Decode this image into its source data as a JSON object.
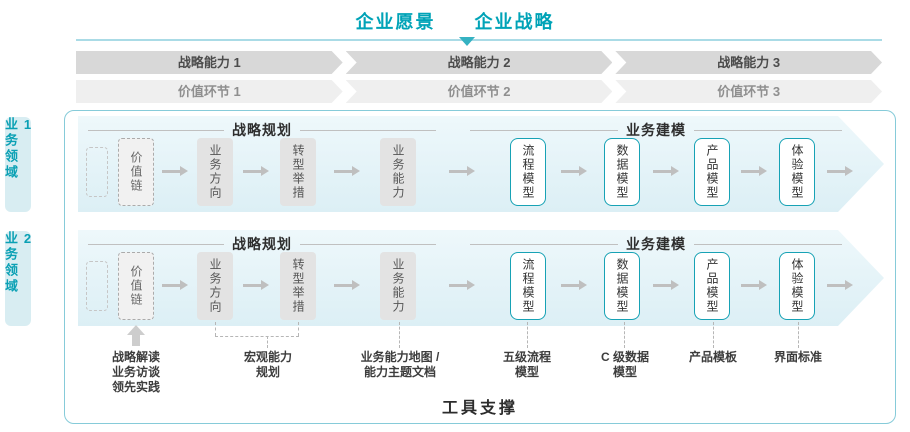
{
  "title": {
    "vision": "企业愿景",
    "strategy": "企业战略"
  },
  "capability_bar": {
    "items": [
      "战略能力 1",
      "战略能力 2",
      "战略能力 3"
    ]
  },
  "value_bar": {
    "items": [
      "价值环节 1",
      "价值环节 2",
      "价值环节 3"
    ]
  },
  "domain_labels": [
    "业务领域 1",
    "业务领域 2"
  ],
  "section_headers": {
    "planning": "战略规划",
    "modeling": "业务建模"
  },
  "boxes": [
    {
      "id": "value-chain",
      "label": "价值链"
    },
    {
      "id": "business-direction",
      "label": "业务方向"
    },
    {
      "id": "transformation-initiatives",
      "label": "转型举措"
    },
    {
      "id": "business-capability",
      "label": "业务能力"
    },
    {
      "id": "process-model",
      "label": "流程模型"
    },
    {
      "id": "data-model",
      "label": "数据模型"
    },
    {
      "id": "product-model",
      "label": "产品模型"
    },
    {
      "id": "experience-model",
      "label": "体验模型"
    }
  ],
  "annotations": [
    {
      "lines": [
        "战略解读",
        "业务访谈",
        "领先实践"
      ]
    },
    {
      "lines": [
        "宏观能力",
        "规划"
      ]
    },
    {
      "lines": [
        "业务能力地图 /",
        "能力主题文档"
      ]
    },
    {
      "lines": [
        "五级流程",
        "模型"
      ]
    },
    {
      "lines": [
        "C 级数据",
        "模型"
      ]
    },
    {
      "lines": [
        "产品模板"
      ]
    },
    {
      "lines": [
        "界面标准"
      ]
    }
  ],
  "footer": {
    "tool_support": "工具支撑"
  },
  "colors": {
    "accent": "#00a3b7",
    "arrow_bg": "#e8f4f8",
    "bar_dark": "#d8d8d8",
    "bar_light": "#efefef",
    "teal_border": "#17a2b5"
  }
}
